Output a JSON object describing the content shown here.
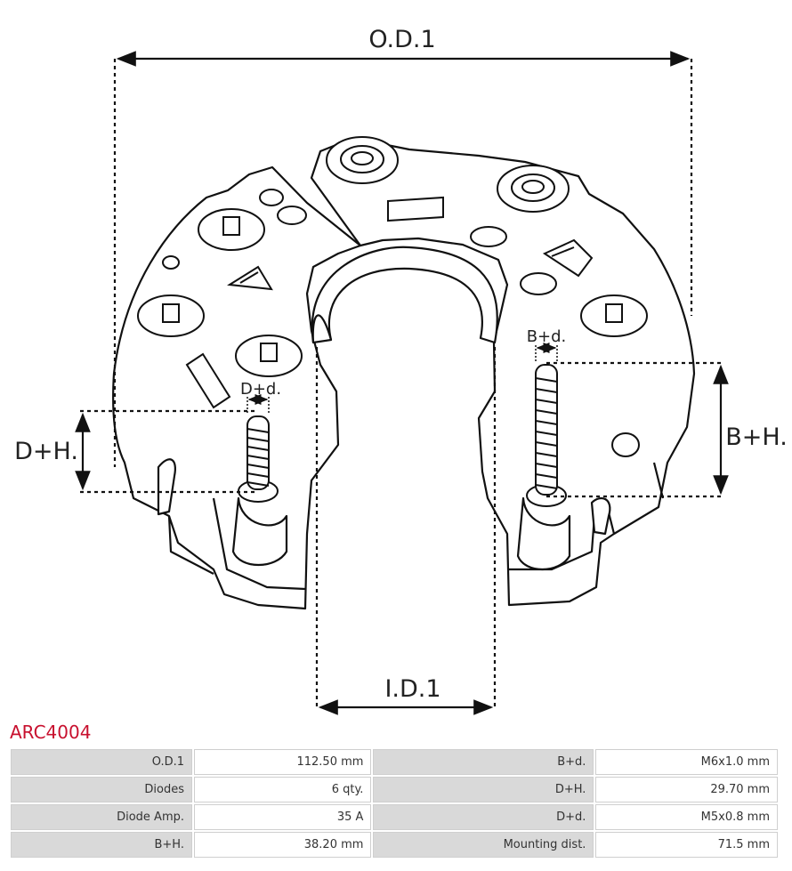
{
  "part_code": "ARC4004",
  "dimension_labels": {
    "od1": "O.D.1",
    "id1": "I.D.1",
    "dh": "D+H.",
    "bh": "B+H.",
    "dd": "D+d.",
    "bd": "B+d."
  },
  "specs": [
    {
      "label_a": "O.D.1",
      "value_a": "112.50 mm",
      "label_b": "B+d.",
      "value_b": "M6x1.0 mm"
    },
    {
      "label_a": "Diodes",
      "value_a": "6 qty.",
      "label_b": "D+H.",
      "value_b": "29.70 mm"
    },
    {
      "label_a": "Diode Amp.",
      "value_a": "35 A",
      "label_b": "D+d.",
      "value_b": "M5x0.8 mm"
    },
    {
      "label_a": "B+H.",
      "value_a": "38.20 mm",
      "label_b": "Mounting dist.",
      "value_b": "71.5 mm"
    }
  ],
  "colors": {
    "part_code": "#c8102e",
    "label_cell": "#d9d9d9",
    "line": "#111111"
  }
}
